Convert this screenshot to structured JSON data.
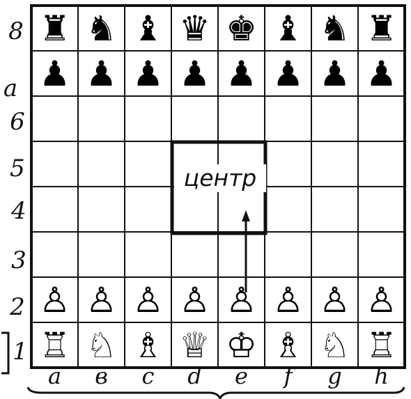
{
  "ranks": [
    "8",
    "a",
    "6",
    "5",
    "4",
    "3",
    "2",
    "1"
  ],
  "files": [
    "a",
    "в",
    "c",
    "d",
    "e",
    "f",
    "g",
    "h"
  ],
  "center_label": "центр",
  "pieces": [
    {
      "rank": 8,
      "file": 1,
      "glyph": "♜",
      "color": "black",
      "kind": "rook"
    },
    {
      "rank": 8,
      "file": 2,
      "glyph": "♞",
      "color": "black",
      "kind": "knight"
    },
    {
      "rank": 8,
      "file": 3,
      "glyph": "♝",
      "color": "black",
      "kind": "bishop"
    },
    {
      "rank": 8,
      "file": 4,
      "glyph": "♛",
      "color": "black",
      "kind": "queen"
    },
    {
      "rank": 8,
      "file": 5,
      "glyph": "♚",
      "color": "black",
      "kind": "king"
    },
    {
      "rank": 8,
      "file": 6,
      "glyph": "♝",
      "color": "black",
      "kind": "bishop"
    },
    {
      "rank": 8,
      "file": 7,
      "glyph": "♞",
      "color": "black",
      "kind": "knight"
    },
    {
      "rank": 8,
      "file": 8,
      "glyph": "♜",
      "color": "black",
      "kind": "rook"
    },
    {
      "rank": 7,
      "file": 1,
      "glyph": "♟",
      "color": "black",
      "kind": "pawn"
    },
    {
      "rank": 7,
      "file": 2,
      "glyph": "♟",
      "color": "black",
      "kind": "pawn"
    },
    {
      "rank": 7,
      "file": 3,
      "glyph": "♟",
      "color": "black",
      "kind": "pawn"
    },
    {
      "rank": 7,
      "file": 4,
      "glyph": "♟",
      "color": "black",
      "kind": "pawn"
    },
    {
      "rank": 7,
      "file": 5,
      "glyph": "♟",
      "color": "black",
      "kind": "pawn"
    },
    {
      "rank": 7,
      "file": 6,
      "glyph": "♟",
      "color": "black",
      "kind": "pawn"
    },
    {
      "rank": 7,
      "file": 7,
      "glyph": "♟",
      "color": "black",
      "kind": "pawn"
    },
    {
      "rank": 7,
      "file": 8,
      "glyph": "♟",
      "color": "black",
      "kind": "pawn"
    },
    {
      "rank": 2,
      "file": 1,
      "glyph": "♙",
      "color": "white",
      "kind": "pawn"
    },
    {
      "rank": 2,
      "file": 2,
      "glyph": "♙",
      "color": "white",
      "kind": "pawn"
    },
    {
      "rank": 2,
      "file": 3,
      "glyph": "♙",
      "color": "white",
      "kind": "pawn"
    },
    {
      "rank": 2,
      "file": 4,
      "glyph": "♙",
      "color": "white",
      "kind": "pawn"
    },
    {
      "rank": 2,
      "file": 5,
      "glyph": "♙",
      "color": "white",
      "kind": "pawn"
    },
    {
      "rank": 2,
      "file": 6,
      "glyph": "♙",
      "color": "white",
      "kind": "pawn"
    },
    {
      "rank": 2,
      "file": 7,
      "glyph": "♙",
      "color": "white",
      "kind": "pawn"
    },
    {
      "rank": 2,
      "file": 8,
      "glyph": "♙",
      "color": "white",
      "kind": "pawn"
    },
    {
      "rank": 1,
      "file": 1,
      "glyph": "♖",
      "color": "white",
      "kind": "rook"
    },
    {
      "rank": 1,
      "file": 2,
      "glyph": "♘",
      "color": "white",
      "kind": "knight"
    },
    {
      "rank": 1,
      "file": 3,
      "glyph": "♗",
      "color": "white",
      "kind": "bishop"
    },
    {
      "rank": 1,
      "file": 4,
      "glyph": "♕",
      "color": "white",
      "kind": "queen"
    },
    {
      "rank": 1,
      "file": 5,
      "glyph": "♔",
      "color": "white",
      "kind": "king"
    },
    {
      "rank": 1,
      "file": 6,
      "glyph": "♗",
      "color": "white",
      "kind": "bishop"
    },
    {
      "rank": 1,
      "file": 7,
      "glyph": "♘",
      "color": "white",
      "kind": "knight"
    },
    {
      "rank": 1,
      "file": 8,
      "glyph": "♖",
      "color": "white",
      "kind": "rook"
    }
  ],
  "arrow": {
    "from_file": 5,
    "from_rank": 2,
    "to_file": 5,
    "to_rank": 4
  }
}
